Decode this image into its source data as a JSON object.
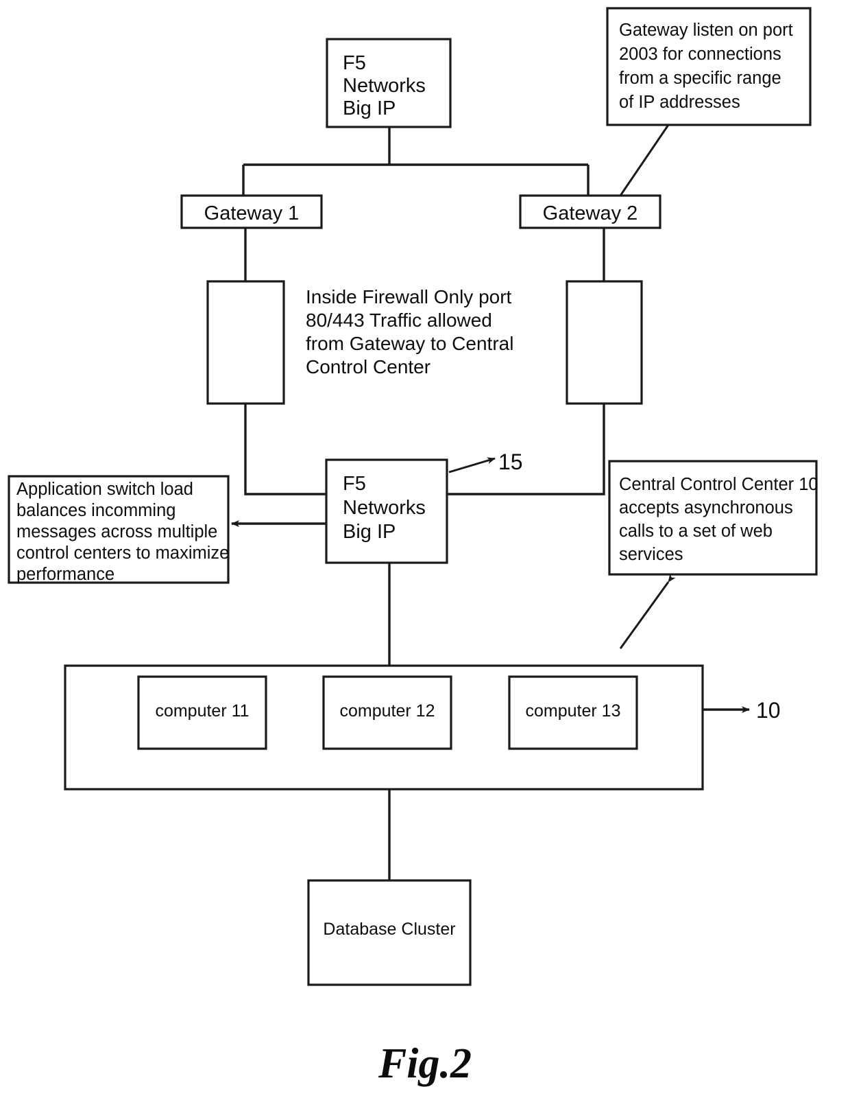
{
  "figure": {
    "caption": "Fig.2"
  },
  "nodes": {
    "top_load_balancer": {
      "name": "top-load-balancer",
      "lines": [
        "F5",
        "Networks",
        "Big IP"
      ]
    },
    "gateway_1": {
      "label": "Gateway 1"
    },
    "gateway_2": {
      "label": "Gateway 2"
    },
    "firewall_left": {
      "label": ""
    },
    "firewall_right": {
      "label": ""
    },
    "app_switch": {
      "name": "application-switch",
      "lines": [
        "F5",
        "Networks",
        "Big IP"
      ],
      "ref": "15"
    },
    "central_control_center": {
      "ref": "10",
      "computers": [
        {
          "label": "computer 11"
        },
        {
          "label": "computer 12"
        },
        {
          "label": "computer 13"
        }
      ]
    },
    "database_cluster": {
      "label": "Database Cluster"
    }
  },
  "annotations": {
    "gateway_port_note": {
      "lines": [
        "Gateway listen on port",
        "2003 for connections",
        "from a specific range",
        "of IP addresses"
      ]
    },
    "firewall_note": {
      "lines": [
        "Inside Firewall Only port",
        "80/443 Traffic allowed",
        "from Gateway to Central",
        "Control Center"
      ]
    },
    "load_balance_note": {
      "lines": [
        "Application switch load",
        "balances incomming",
        "messages across multiple",
        "control centers to maximize",
        "performance"
      ]
    },
    "web_services_note": {
      "lines": [
        "Central Control Center 10",
        "accepts asynchronous",
        "calls to a set of web",
        "services"
      ]
    }
  },
  "colors": {
    "ink": "#1a1a1a",
    "paper": "#ffffff"
  }
}
